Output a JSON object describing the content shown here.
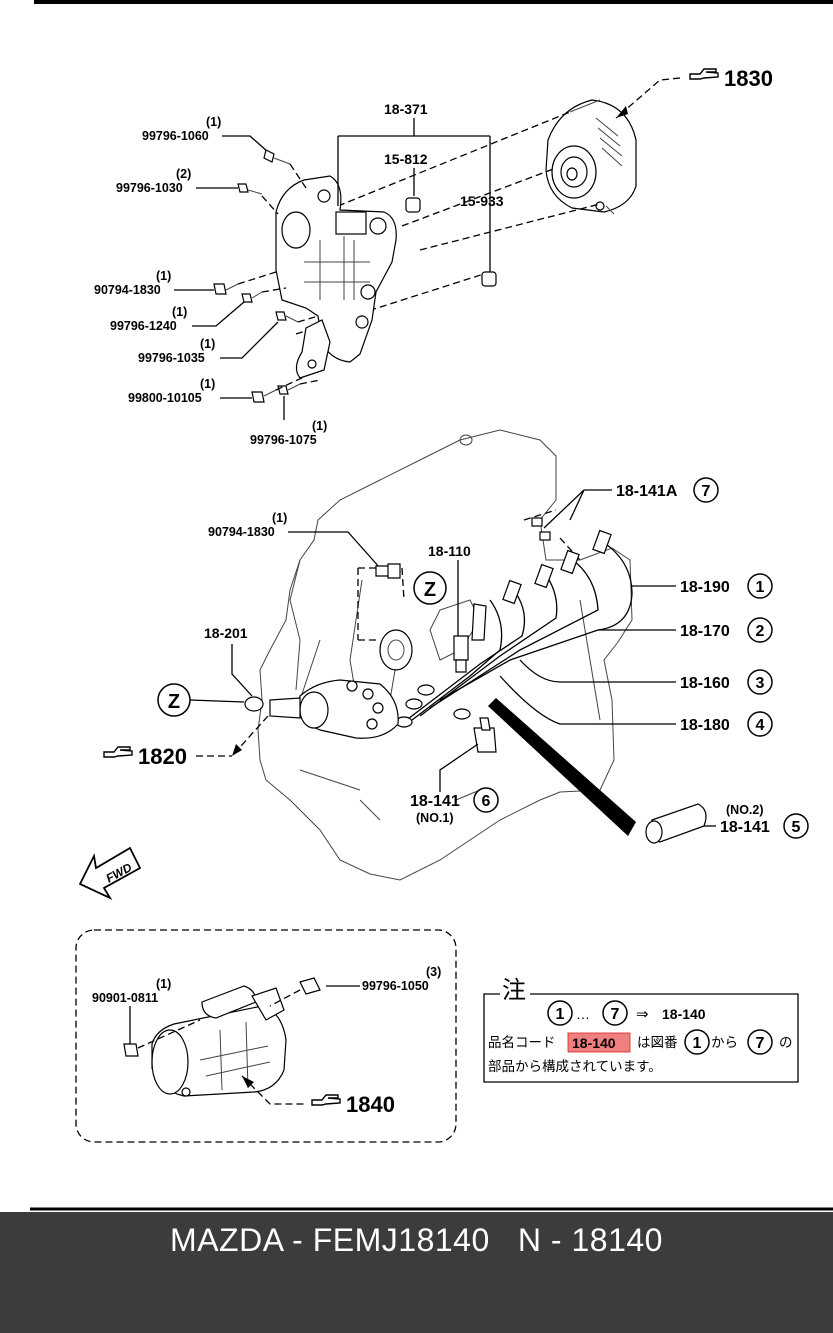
{
  "diagram": {
    "refs": {
      "r1830": "1830",
      "r1820": "1820",
      "r1840": "1840"
    },
    "bracket_parts": {
      "p18371": "18-371",
      "p15812": "15-812",
      "p15933": "15-933"
    },
    "bolts": [
      {
        "qty": "(1)",
        "code": "99796-1060"
      },
      {
        "qty": "(2)",
        "code": "99796-1030"
      },
      {
        "qty": "(1)",
        "code": "90794-1830"
      },
      {
        "qty": "(1)",
        "code": "99796-1240"
      },
      {
        "qty": "(1)",
        "code": "99796-1035"
      },
      {
        "qty": "(1)",
        "code": "99800-10105"
      },
      {
        "qty": "(1)",
        "code": "99796-1075"
      },
      {
        "qty": "(1)",
        "code": "90794-1830"
      }
    ],
    "ignition_parts": {
      "p18141A": "18-141A",
      "p18110": "18-110",
      "p18190": "18-190",
      "p18170": "18-170",
      "p18201": "18-201",
      "p18160": "18-160",
      "p18180": "18-180",
      "p18141": "18-141",
      "no1": "(NO.1)",
      "p18141b": "18-141",
      "no2": "(NO.2)"
    },
    "circled": {
      "c1": "1",
      "c2": "2",
      "c3": "3",
      "c4": "4",
      "c5": "5",
      "c6": "6",
      "c7": "7"
    },
    "zone": "Z",
    "fwd": "FWD",
    "starter": {
      "left_qty": "(1)",
      "left_code": "90901-0811",
      "right_qty": "(3)",
      "right_code": "99796-1050"
    },
    "note": {
      "title": "注",
      "range_sep": "…",
      "arrow": "⇒",
      "target": "18-140",
      "line2_prefix": "品名コード",
      "code_highlight": "18-140",
      "line2_mid": "は図番",
      "line2_kara": "から",
      "line2_no": "の",
      "line3": "部品から構成されています。"
    },
    "highlight_color": "#f08080"
  },
  "footer": {
    "title": "MAZDA - FEMJ18140   N - 18140"
  }
}
